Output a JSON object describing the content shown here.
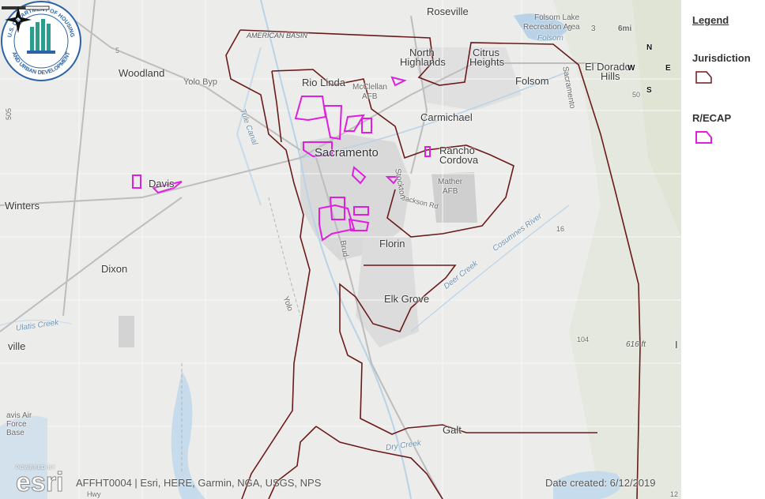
{
  "map": {
    "cities": {
      "roseville": "Roseville",
      "folsom_lake": "Folsom Lake",
      "recreation_area": "Recreation Area",
      "folsom_water": "Folsom",
      "north_highlands_1": "North",
      "north_highlands_2": "Highlands",
      "citrus_1": "Citrus",
      "citrus_2": "Heights",
      "folsom": "Folsom",
      "el_dorado_1": "El Dorado",
      "el_dorado_2": "Hills",
      "woodland": "Woodland",
      "yolo_byp": "Yolo Byp",
      "american_basin": "AMERICAN BASIN",
      "rio_linda": "Rio Linda",
      "mcclellan_1": "McClellan",
      "mcclellan_2": "AFB",
      "carmichael": "Carmichael",
      "sacramento": "Sacramento",
      "rancho_1": "Rancho",
      "rancho_2": "Cordova",
      "mather_1": "Mather",
      "mather_2": "AFB",
      "davis": "Davis",
      "winters": "Winters",
      "jackson_rd": "Jackson Rd",
      "florin": "Florin",
      "dixon": "Dixon",
      "elk_grove": "Elk Grove",
      "ulatis_creek": "Ulatis Creek",
      "ville": "ville",
      "travis_1": "avis Air",
      "travis_2": "Force",
      "travis_3": "Base",
      "galt": "Galt",
      "dry_creek": "Dry Creek",
      "deer_creek": "Deer Creek",
      "cosumnes_river": "Cosumnes River",
      "tule_canal": "Tule Canal",
      "sacramento_river": "Sacramento",
      "yolo": "Yolo",
      "bruceville": "Brud",
      "stockton": "Stockton",
      "elev_616": "616 ft",
      "rt_104": "104",
      "rt_16": "16",
      "rt_50": "50",
      "rt_505": "505",
      "rt_5": "5",
      "rt_12": "12",
      "i": "I",
      "hwy": "Hwy"
    },
    "scale": {
      "zero": "0",
      "three": "3",
      "six": "6mi"
    },
    "compass": {
      "n": "N",
      "e": "E",
      "s": "S",
      "w": "W"
    },
    "esri_powered": "POWERED BY",
    "esri_logo": "esri",
    "attribution": "AFFHT0004 | Esri, HERE, Garmin, NGA, USGS, NPS",
    "date_created": "Date created: 6/12/2019",
    "seal_text_top": "U.S. DEPARTMENT OF HOUSING",
    "seal_text_bottom": "AND URBAN DEVELOPMENT"
  },
  "legend": {
    "title": "Legend",
    "jurisdiction": {
      "label": "Jurisdiction",
      "color": "#6b1a1a"
    },
    "recap": {
      "label": "R/ECAP",
      "color": "#e01ee0"
    }
  }
}
